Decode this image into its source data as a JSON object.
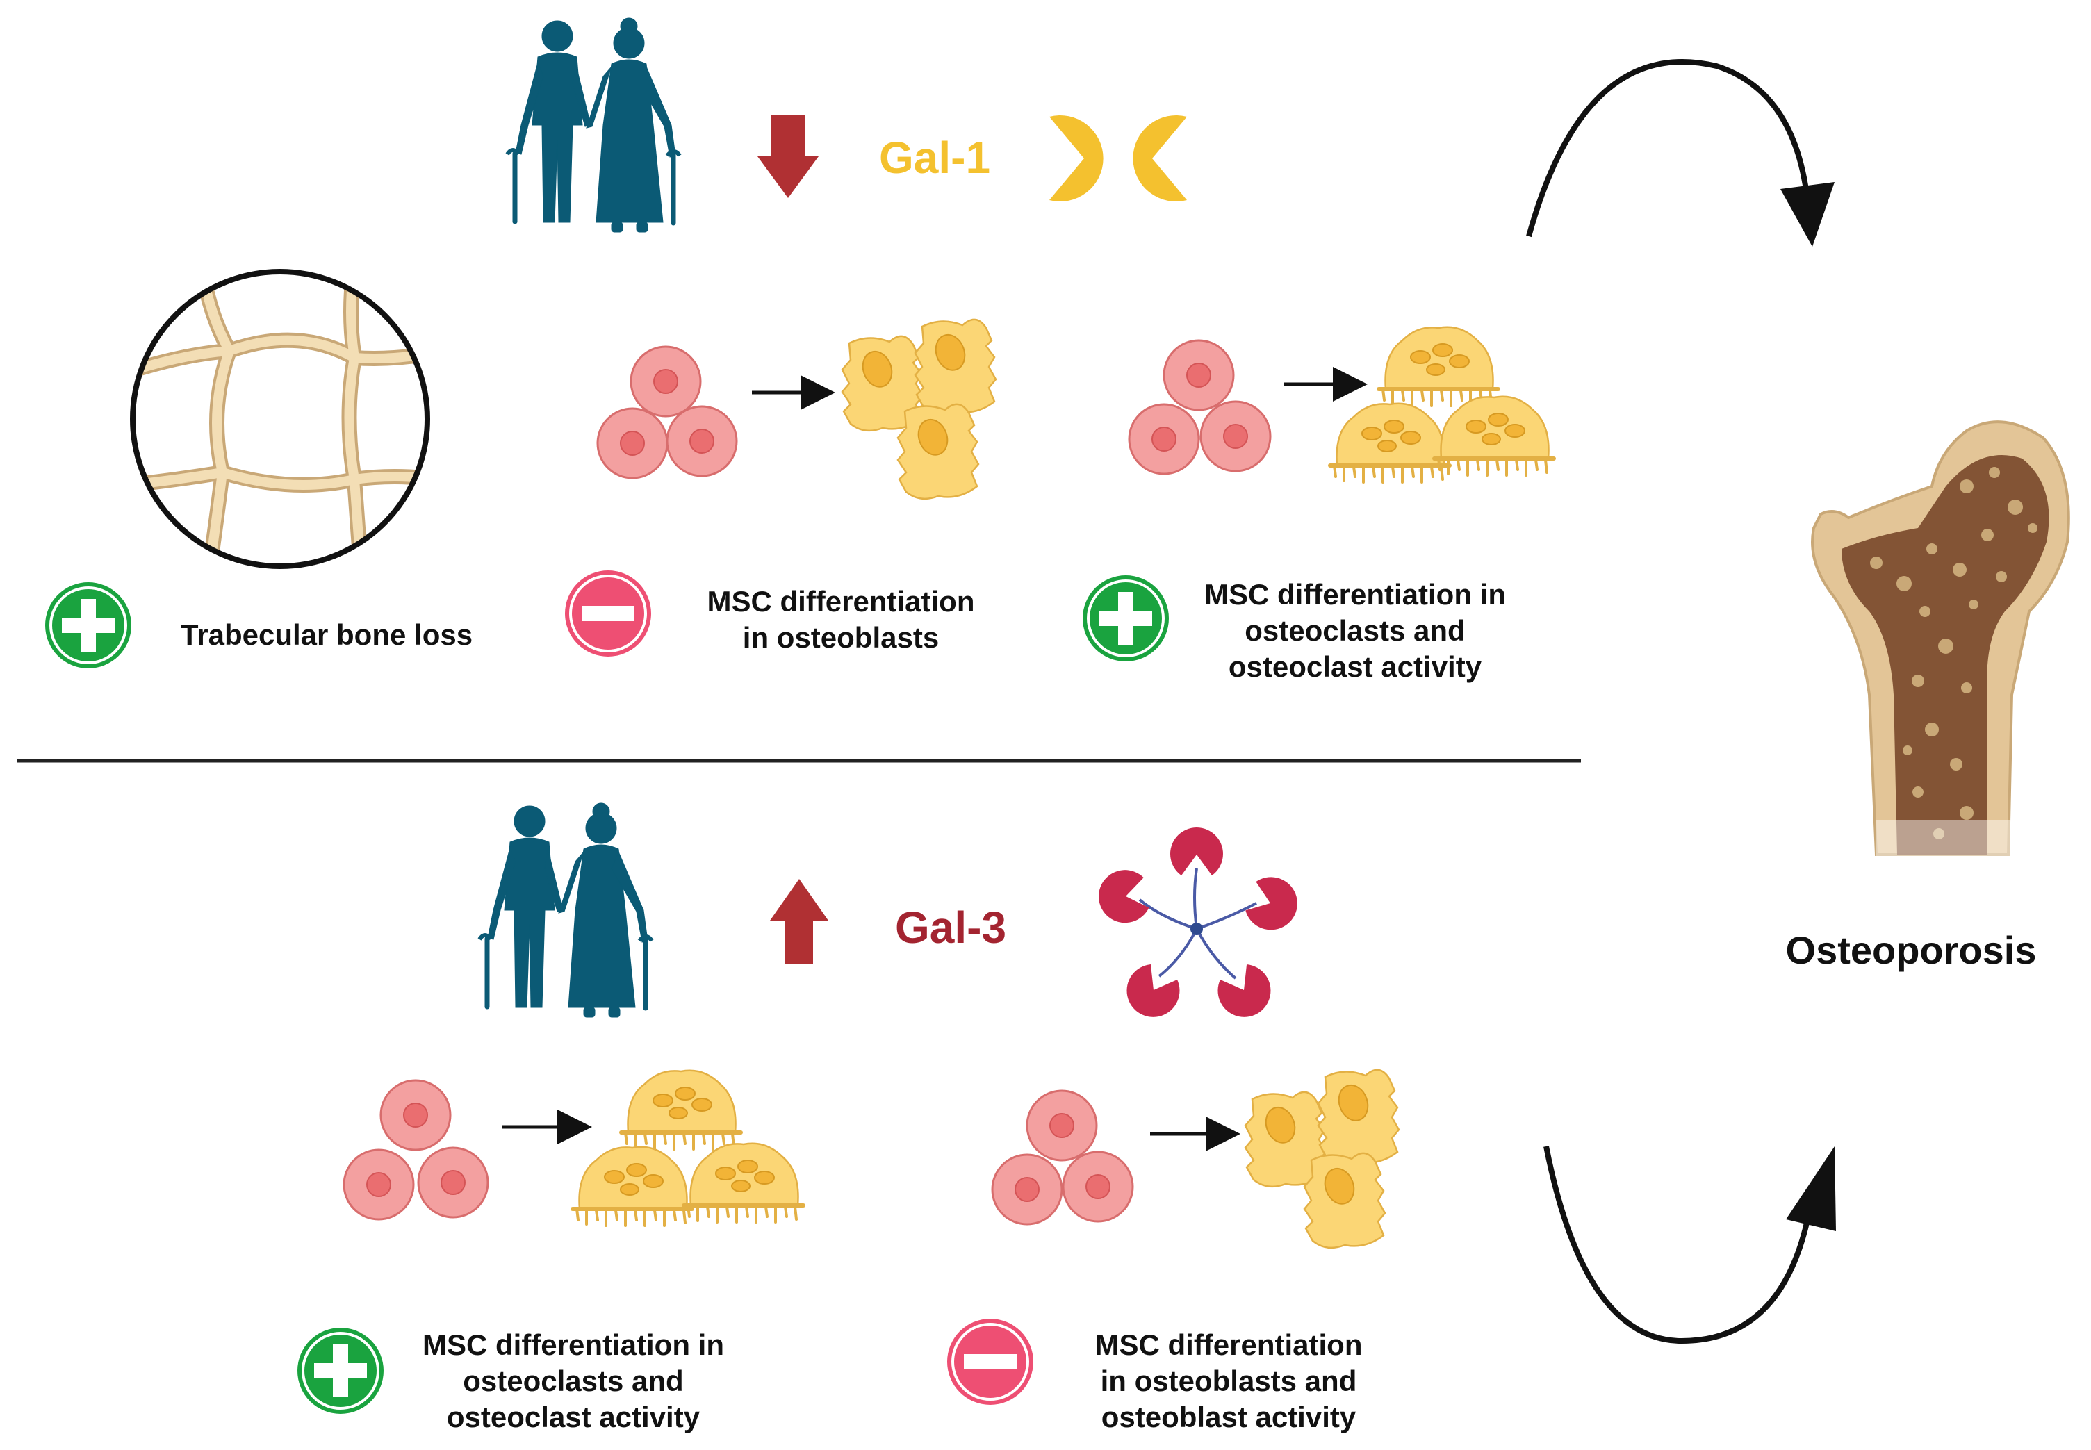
{
  "top": {
    "protein_label": "Gal-1",
    "protein_color": "#f4c12f",
    "trend": "down",
    "items": [
      {
        "sign": "plus",
        "text": "Trabecular bone loss"
      },
      {
        "sign": "minus",
        "text": "MSC differentiation\nin osteoblasts"
      },
      {
        "sign": "plus",
        "text": "MSC differentiation in\nosteoclasts and\nosteoclast activity"
      }
    ]
  },
  "bottom": {
    "protein_label": "Gal-3",
    "protein_color": "#a32430",
    "trend": "up",
    "items": [
      {
        "sign": "plus",
        "text": "MSC differentiation in\nosteoclasts and\nosteoclast activity"
      },
      {
        "sign": "minus",
        "text": "MSC differentiation\nin osteoblasts and\nosteoblast activity"
      }
    ]
  },
  "outcome": {
    "text": "Osteoporosis"
  },
  "colors": {
    "elderly": "#0b5a75",
    "arrow_red": "#b03033",
    "plus": "#1aa33f",
    "minus": "#ee4f73",
    "msc": "#f3a0a0",
    "cell": "#fbd675",
    "gal3": "#c9294d",
    "bone": "#e3c597",
    "spongy": "#7b4a2d"
  },
  "icons": [
    "elderly-couple-icon",
    "down-arrow-icon",
    "up-arrow-icon",
    "gal1-dimer-icon",
    "gal3-pentamer-icon",
    "msc-cells-icon",
    "osteoblast-icon",
    "osteoclast-icon",
    "trabecular-bone-icon",
    "plus-icon",
    "minus-icon",
    "femur-icon",
    "curved-arrow-icon"
  ]
}
